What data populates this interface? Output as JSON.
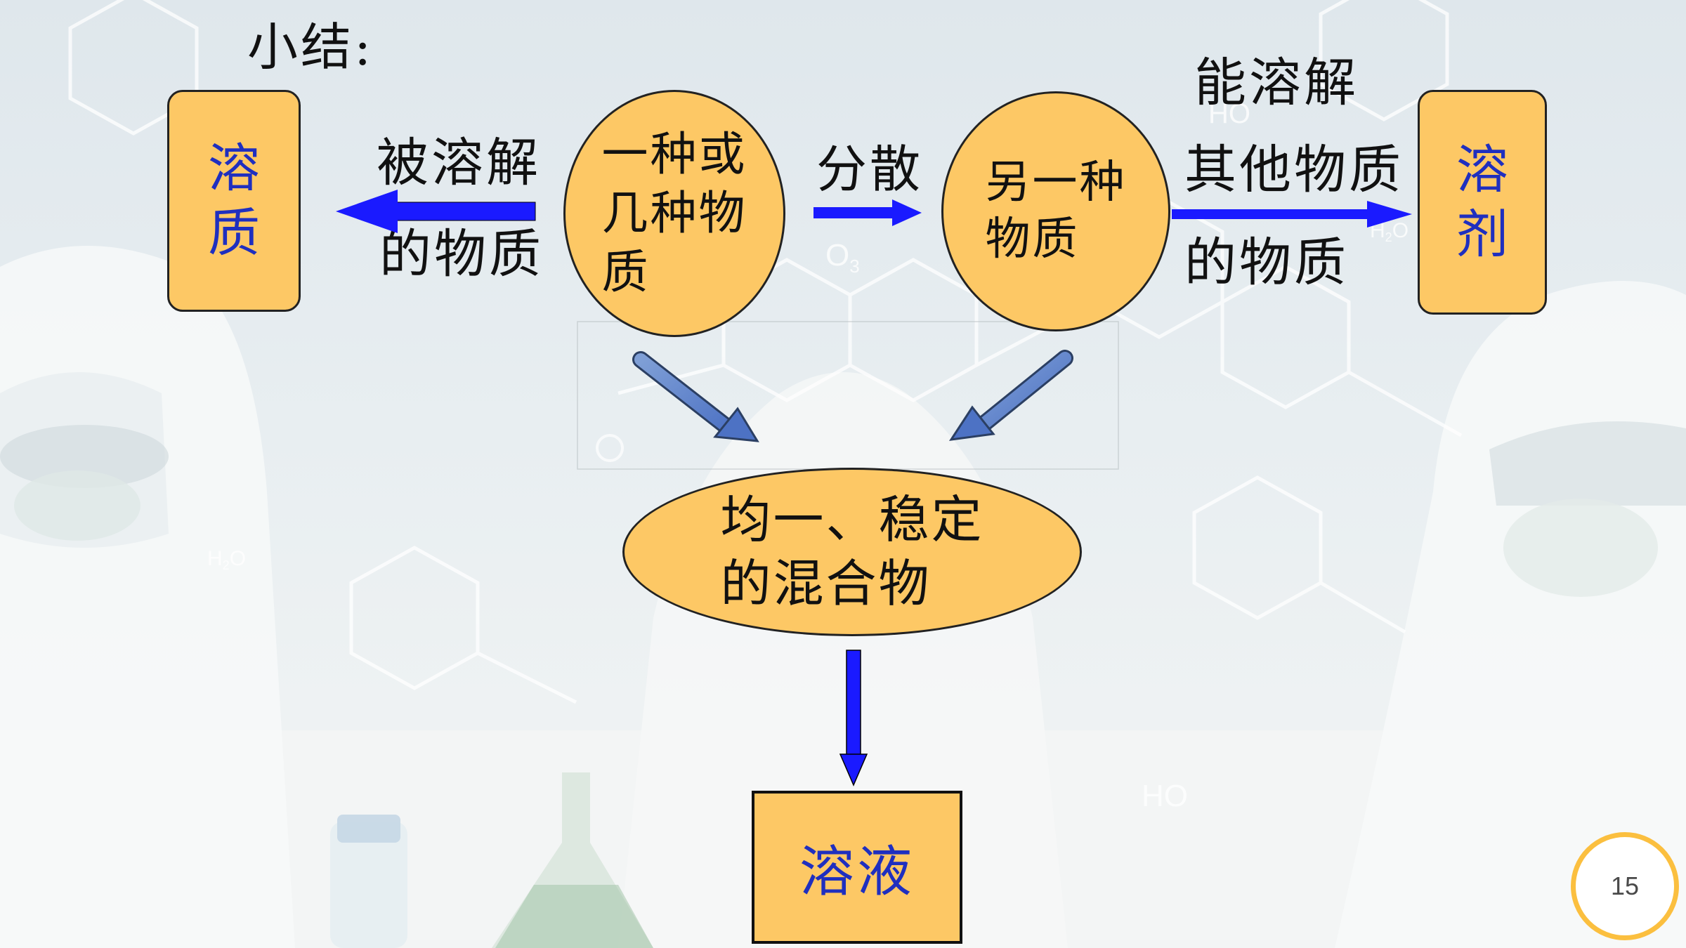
{
  "title": "小结:",
  "nodes": {
    "solute_box": "溶\n质",
    "solvent_box": "溶\n剂",
    "one_or_more": "一种或\n几种物\n质",
    "another": "另一种\n物质",
    "mixture": "均一、稳定\n的混合物",
    "solution": "溶液"
  },
  "labels": {
    "dissolved_top": "被溶解",
    "dissolved_bottom": "的物质",
    "disperse": "分散",
    "can_dissolve": "能溶解",
    "other_top": "其他物质",
    "other_bottom": "的物质"
  },
  "page_number": "15",
  "colors": {
    "node_fill": "#fdc865",
    "node_text_blue": "#1f2fbf",
    "arrow_blue": "#1a1aff",
    "page_ring": "#fbbf3f"
  }
}
